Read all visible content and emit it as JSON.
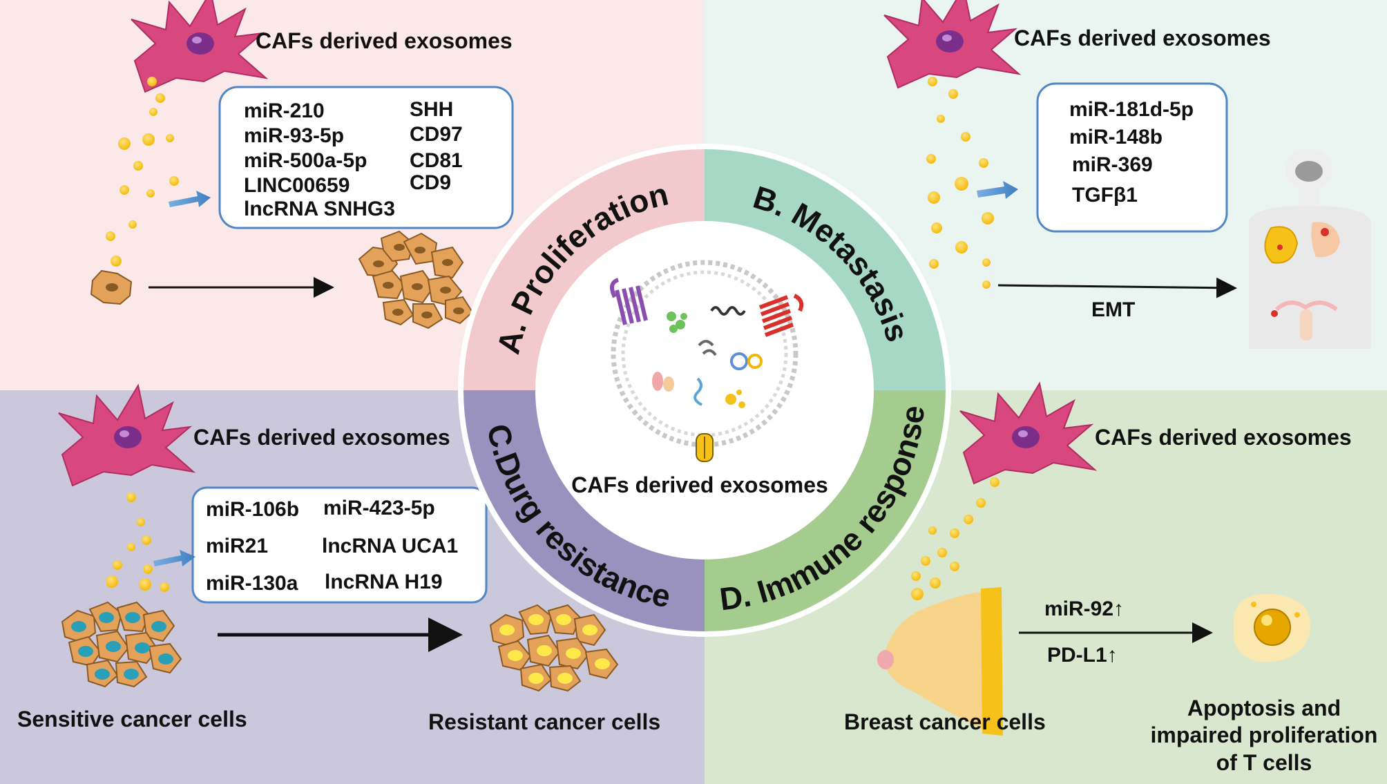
{
  "center": {
    "label": "CAFs derived exosomes"
  },
  "segments": {
    "a": "A. Proliferation",
    "b": "B. Metastasis",
    "c": "C.Durg resistance",
    "d": "D. Immune response"
  },
  "panel_a": {
    "header": "CAFs derived exosomes",
    "cargo_left": [
      "miR-210",
      "miR-93-5p",
      "miR-500a-5p",
      "LINC00659",
      "lncRNA SNHG3"
    ],
    "cargo_right": [
      "SHH",
      "CD97",
      "CD81",
      "CD9"
    ]
  },
  "panel_b": {
    "header": "CAFs derived exosomes",
    "cargo": [
      "miR-181d-5p",
      "miR-148b",
      "miR-369",
      "TGFβ1"
    ],
    "arrow_label": "EMT"
  },
  "panel_c": {
    "header": "CAFs derived exosomes",
    "cargo_left": [
      "miR-106b",
      "miR21",
      "miR-130a"
    ],
    "cargo_right": [
      "miR-423-5p",
      "lncRNA UCA1",
      "lncRNA H19"
    ],
    "left_caption": "Sensitive cancer cells",
    "right_caption": "Resistant cancer cells"
  },
  "panel_d": {
    "header": "CAFs derived exosomes",
    "arrow_top": "miR-92↑",
    "arrow_bottom": "PD-L1↑",
    "left_caption": "Breast cancer cells",
    "right_caption": [
      "Apoptosis and",
      "impaired proliferation",
      "of T cells"
    ]
  },
  "colors": {
    "panel_a_bg": "#fbe9ea",
    "panel_b_bg": "#eaf4f0",
    "panel_c_bg": "#cbc8dc",
    "panel_d_bg": "#d9e7cf",
    "seg_a": "#f2c9cc",
    "seg_b": "#a7d8c6",
    "seg_c": "#9a92be",
    "seg_d": "#a5cc8f",
    "caf_cell": "#d8487e",
    "exosome_dot": "#f6c21a",
    "cargo_box_border": "#4f86c6",
    "cancer_cell": "#e3a15a"
  }
}
